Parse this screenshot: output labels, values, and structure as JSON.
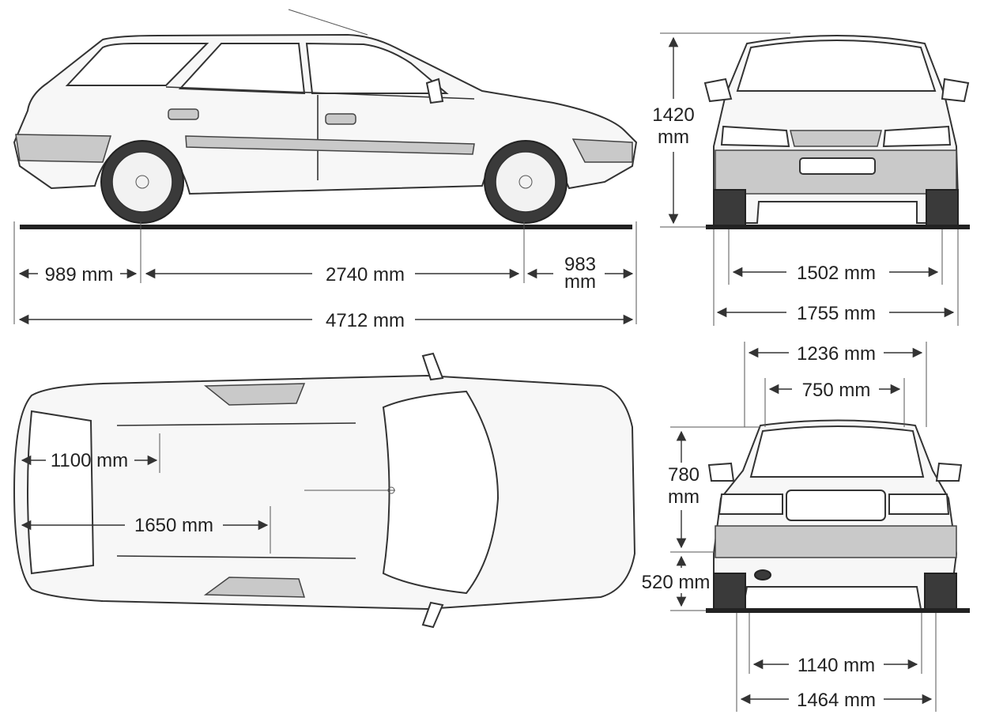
{
  "dimensions": {
    "front_overhang": "989 mm",
    "wheelbase": "2740 mm",
    "rear_overhang": "983 mm",
    "overall_length": "4712 mm",
    "height": "1420 mm",
    "front_track": "1502 mm",
    "overall_width": "1755 mm",
    "cargo_top_width": "1236 mm",
    "cargo_inner_width": "750 mm",
    "tailgate_height": "780 mm",
    "load_sill_height": "520 mm",
    "cargo_width_between_arches": "1140 mm",
    "rear_width": "1464 mm",
    "load_length_seats_up": "1100 mm",
    "load_length_seats_down": "1650 mm"
  },
  "colors": {
    "ink": "#333333",
    "shade": "#c9c9c9",
    "paper": "#ffffff"
  },
  "icons": [
    "wheel-icon",
    "side-mirror-icon",
    "badge-icon",
    "exhaust-icon"
  ]
}
